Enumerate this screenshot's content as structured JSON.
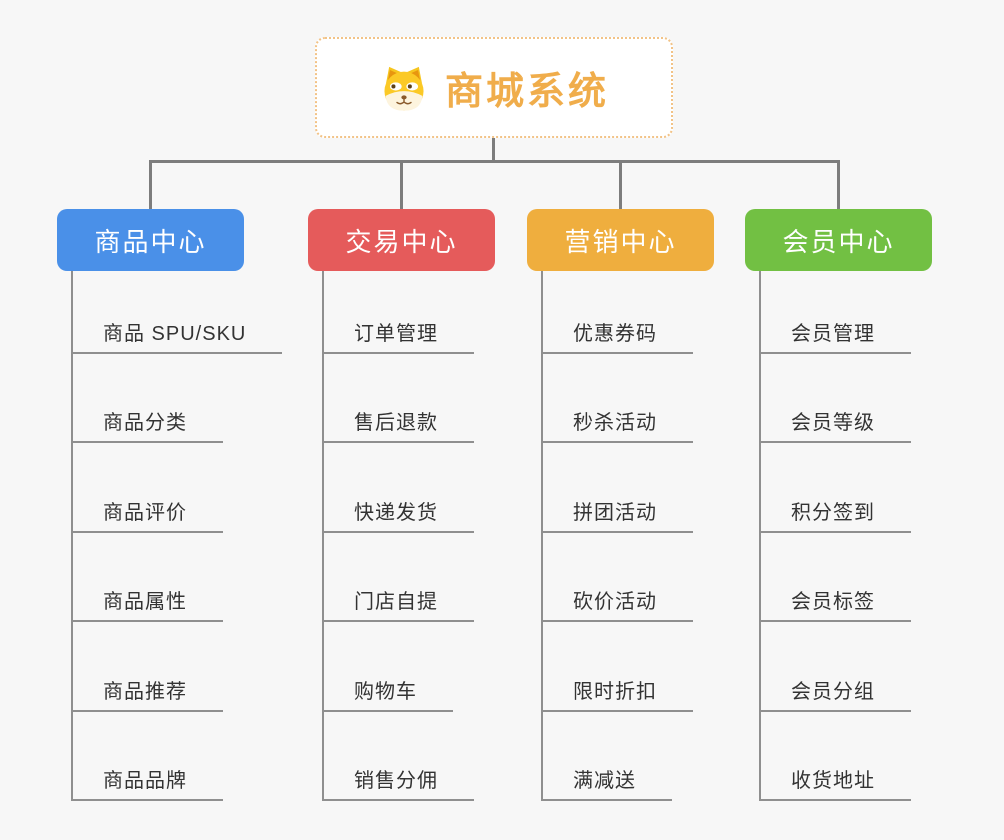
{
  "page": {
    "background_color": "#f7f7f7",
    "connector_color": "#7d7d7d",
    "child_line_color": "#8f8f8f",
    "child_text_color": "#333333"
  },
  "root": {
    "title": "商城系统",
    "icon": "dog-face-icon",
    "text_color": "#f0ad4b",
    "border_color": "#f2c387"
  },
  "branches": [
    {
      "label": "商品中心",
      "color": "#4a90e8",
      "children": [
        "商品 SPU/SKU",
        "商品分类",
        "商品评价",
        "商品属性",
        "商品推荐",
        "商品品牌"
      ]
    },
    {
      "label": "交易中心",
      "color": "#e55b5b",
      "children": [
        "订单管理",
        "售后退款",
        "快递发货",
        "门店自提",
        "购物车",
        "销售分佣"
      ]
    },
    {
      "label": "营销中心",
      "color": "#efae3e",
      "children": [
        "优惠券码",
        "秒杀活动",
        "拼团活动",
        "砍价活动",
        "限时折扣",
        "满减送"
      ]
    },
    {
      "label": "会员中心",
      "color": "#72c043",
      "children": [
        "会员管理",
        "会员等级",
        "积分签到",
        "会员标签",
        "会员分组",
        "收货地址"
      ]
    }
  ]
}
